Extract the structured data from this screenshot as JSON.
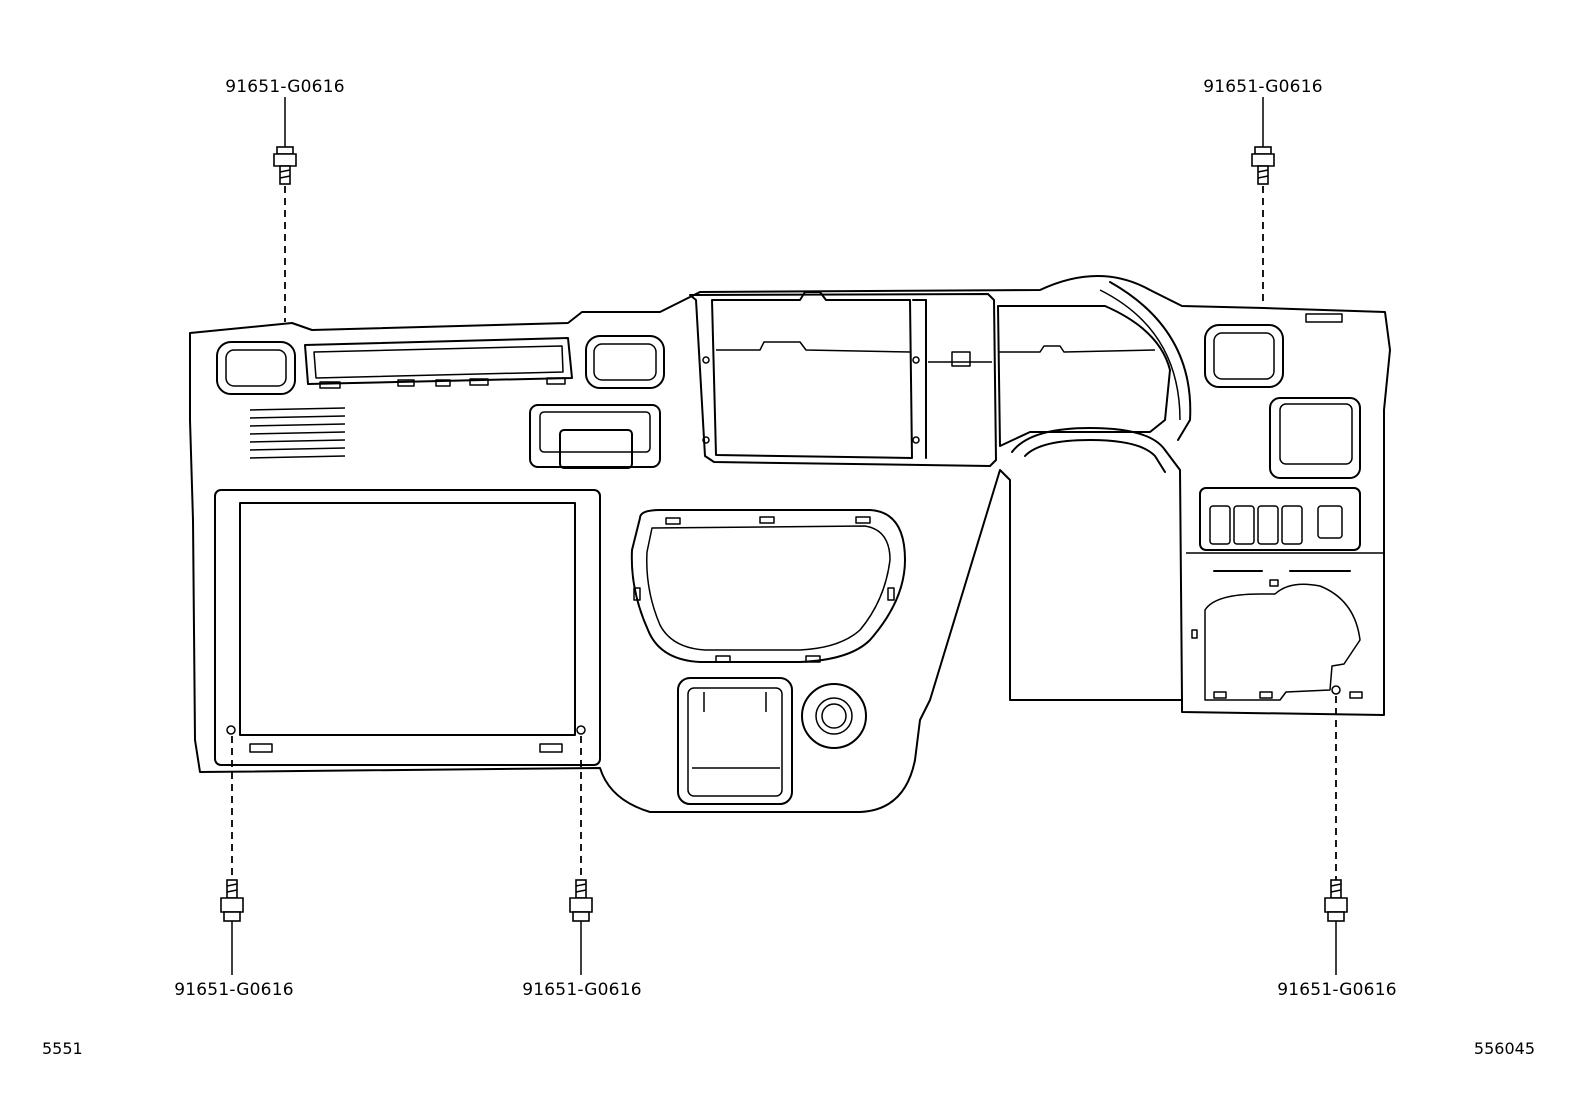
{
  "callouts": [
    {
      "id": "top-left",
      "part_number": "91651-G0616"
    },
    {
      "id": "top-right",
      "part_number": "91651-G0616"
    },
    {
      "id": "bottom-left",
      "part_number": "91651-G0616"
    },
    {
      "id": "bottom-middle",
      "part_number": "91651-G0616"
    },
    {
      "id": "bottom-right",
      "part_number": "91651-G0616"
    }
  ],
  "footer": {
    "left_code": "5551",
    "right_code": "556045"
  }
}
